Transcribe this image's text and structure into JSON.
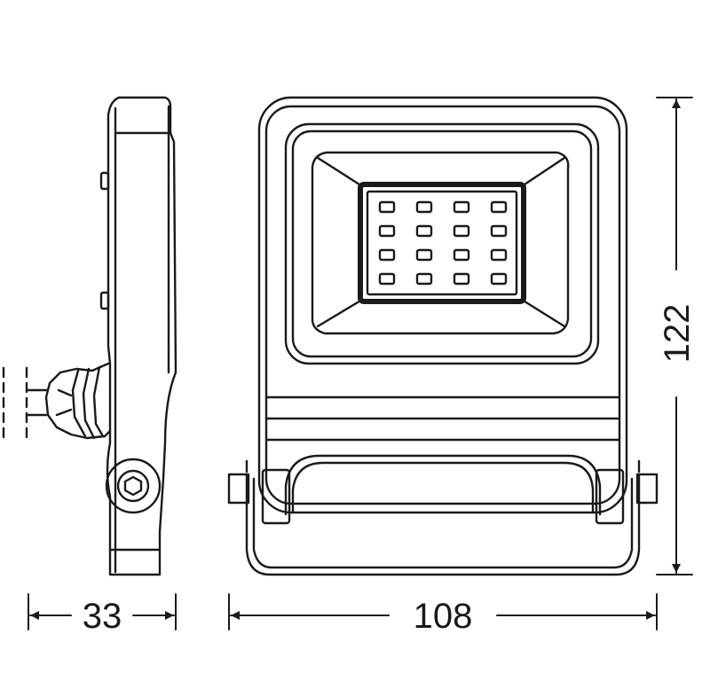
{
  "drawing": {
    "line_color": "#1a1a1a",
    "led_grid": {
      "rows": 4,
      "cols": 4
    }
  },
  "dimensions": {
    "depth": "33",
    "width": "108",
    "height": "122"
  }
}
